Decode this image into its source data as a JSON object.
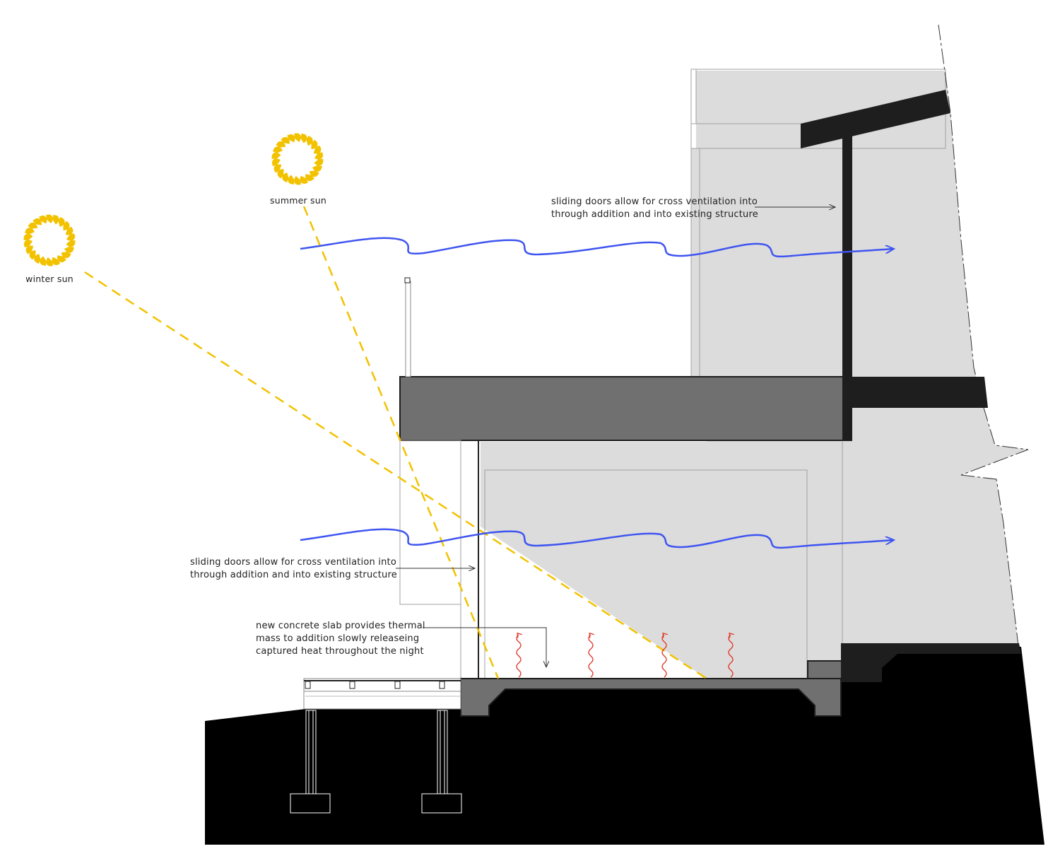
{
  "labels": {
    "summer_sun": "summer sun",
    "winter_sun": "winter sun",
    "upper_vent_line1": "sliding doors allow for cross ventilation into",
    "upper_vent_line2": "through addition and into existing structure",
    "lower_vent_line1": "sliding doors allow for cross ventilation into",
    "lower_vent_line2": "through addition and into existing structure",
    "slab_line1": "new concrete slab provides thermal",
    "slab_line2": "mass to addition slowly releaseing",
    "slab_line3": "captured heat throughout the night"
  },
  "colors": {
    "sun": "#f2c200",
    "sun_ray": "#f2c200",
    "airflow": "#3f55f0",
    "heat": "#e0301e",
    "ground": "#000000",
    "slab": "#707070",
    "existing_structure": "#dcdcdc",
    "roof_dark": "#1e1e1e"
  }
}
